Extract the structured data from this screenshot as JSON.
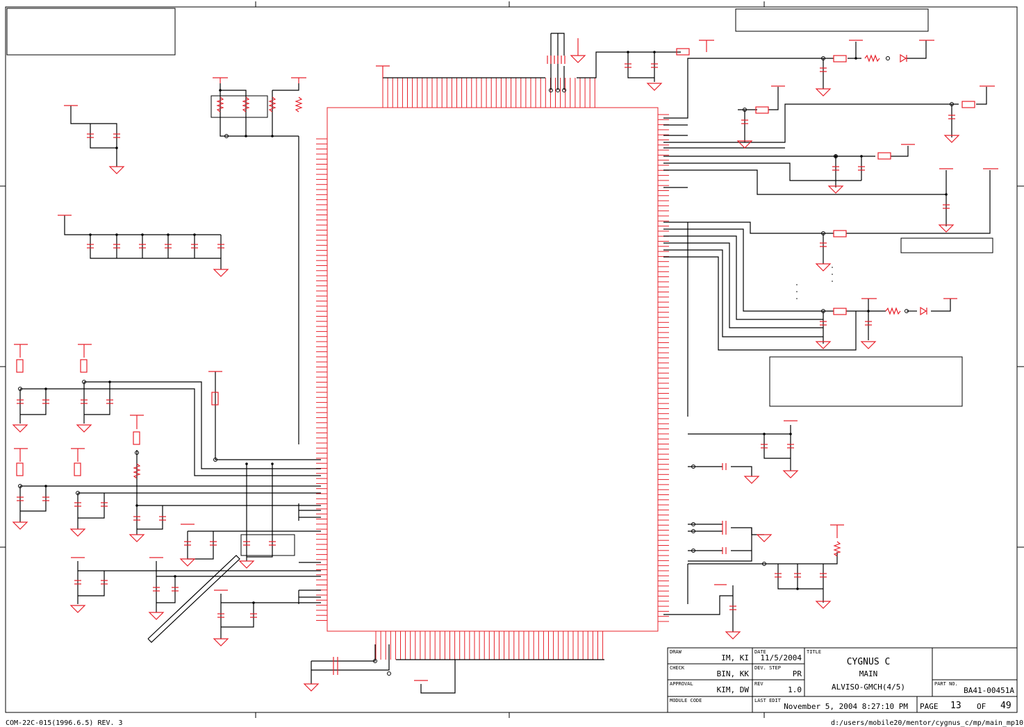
{
  "title_block": {
    "draw_label": "DRAW",
    "draw_value": "IM, KI",
    "check_label": "CHECK",
    "check_value": "BIN, KK",
    "approval_label": "APPROVAL",
    "approval_value": "KIM, DW",
    "module_code_label": "MODULE CODE",
    "date_label": "DATE",
    "date_value": "11/5/2004",
    "dev_step_label": "DEV. STEP",
    "dev_step_value": "PR",
    "rev_label": "REV",
    "rev_value": "1.0",
    "last_edit_label": "LAST EDIT",
    "last_edit_value": "November 5, 2004  8:27:10 PM",
    "title_label": "TITLE",
    "title_line1": "CYGNUS C",
    "title_line2": "MAIN",
    "title_line3": "ALVISO-GMCH(4/5)",
    "part_no_label": "PART NO.",
    "part_no_value": "BA41-00451A",
    "page_label": "PAGE",
    "page_value": "13",
    "of_label": "OF",
    "of_value": "49"
  },
  "footer": {
    "form_code": "COM-22C-015(1996.6.5) REV. 3",
    "file_path": "d:/users/mobile20/mentor/cygnus_c/mp/main_mp10"
  },
  "colors": {
    "component": "#e8202a",
    "wire": "#000000",
    "frame": "#000000"
  }
}
